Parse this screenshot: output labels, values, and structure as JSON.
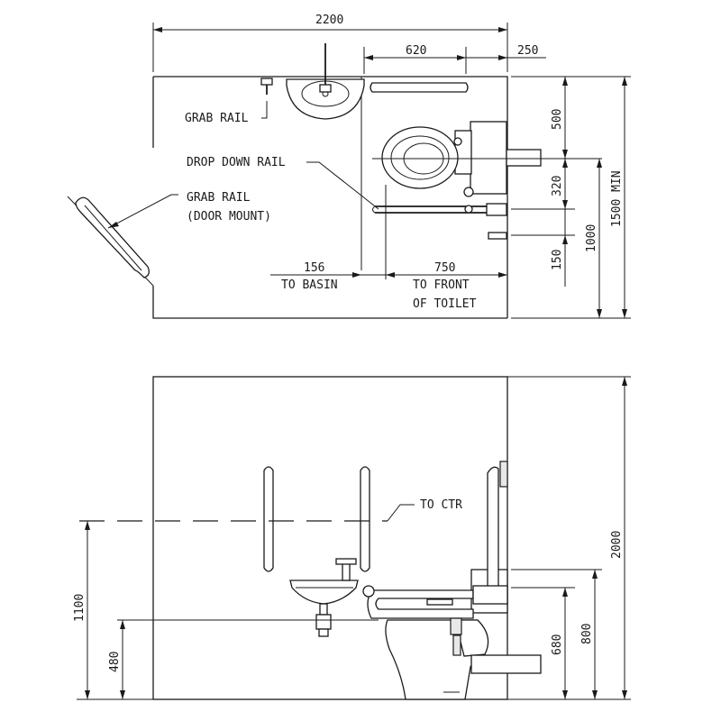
{
  "plan": {
    "dim_overall_width": "2200",
    "dim_toilet_centre": "620",
    "dim_side_gap": "250",
    "dim_cistern_depth": "500",
    "dim_rail_height_offset": "320",
    "dim_rail_end": "150",
    "dim_to_basin_value": "156",
    "dim_to_basin_label": "TO BASIN",
    "dim_front_value": "750",
    "dim_front_label_1": "TO FRONT",
    "dim_front_label_2": "OF TOILET",
    "dim_room_depth_1000": "1000",
    "dim_room_depth_min": "1500 MIN",
    "label_grab_rail": "GRAB RAIL",
    "label_drop_down_rail": "DROP DOWN RAIL",
    "label_door_grab_rail_1": "GRAB RAIL",
    "label_door_grab_rail_2": "(DOOR MOUNT)"
  },
  "elevation": {
    "label_to_ctr": "TO CTR",
    "dim_ctr_height": "1100",
    "dim_basin_height": "480",
    "dim_rail_height_680": "680",
    "dim_rail_height_800": "800",
    "dim_room_height": "2000"
  },
  "colors": {
    "line": "#1a1a1a",
    "background": "#ffffff",
    "fixture_fill": "#e8e8e8"
  }
}
